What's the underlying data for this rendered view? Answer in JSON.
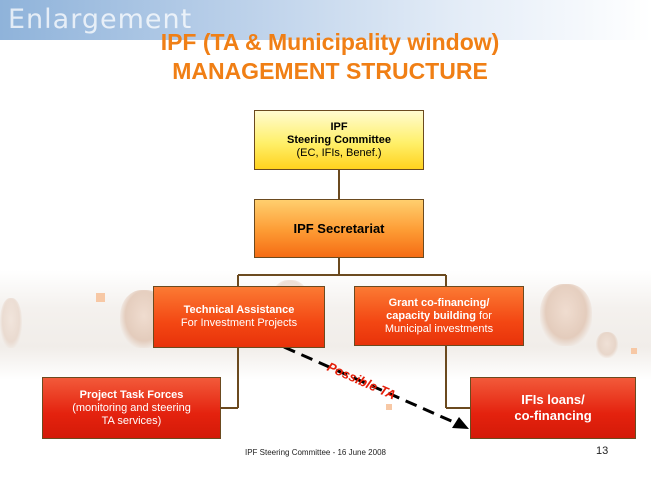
{
  "banner": {
    "text": "Enlargement"
  },
  "title": {
    "line1": "IPF (TA & Municipality window)",
    "line2": "MANAGEMENT STRUCTURE"
  },
  "boxes": {
    "steering": {
      "line1": "IPF",
      "line2": "Steering Committee",
      "line3": "(EC, IFIs, Benef.)"
    },
    "secretariat": {
      "label": "IPF Secretariat"
    },
    "technical": {
      "line1": "Technical Assistance",
      "line2": "For Investment Projects"
    },
    "grant": {
      "line1": "Grant co-financing/",
      "line2_bold": "capacity building",
      "line2_rest": " for",
      "line3": "Municipal investments"
    },
    "task_forces": {
      "line1": "Project Task Forces",
      "line2": "(monitoring and steering",
      "line3": "TA services)"
    },
    "ifis": {
      "line1": "IFIs loans/",
      "line2": "co-financing"
    }
  },
  "connector": {
    "dashed_label": "Possible TA"
  },
  "footer": {
    "text": "IPF Steering Committee - 16 June 2008",
    "page": "13"
  },
  "colors": {
    "title": "#f07f15",
    "box_border": "#6b4a1f",
    "dashed_label": "#e41d08"
  }
}
